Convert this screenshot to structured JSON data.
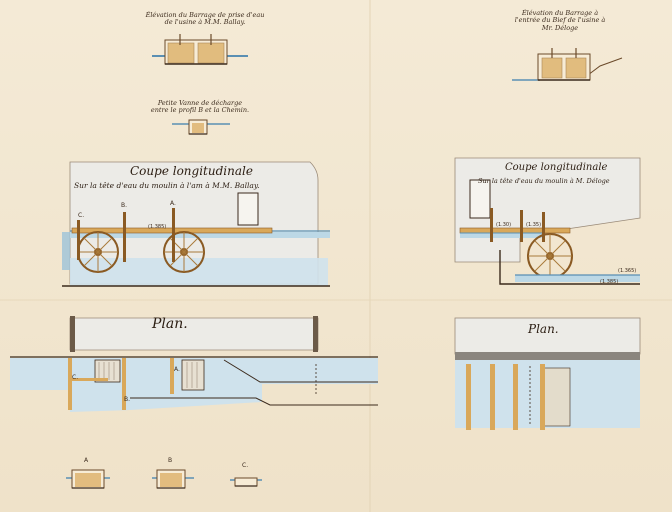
{
  "captions": {
    "top_left_l1": "Élévation du Barrage de prise d'eau",
    "top_left_l2": "de l'usine à M.M. Ballay.",
    "top_right_l1": "Élévation du Barrage à",
    "top_right_l2": "l'entrée du Bief de l'usine à",
    "top_right_l3": "Mr. Déloge",
    "small_l1": "Petite Vanne de décharge",
    "small_l2": "entre le profil B et la Chemin.",
    "coupe_left_title": "Coupe longitudinale",
    "coupe_left_sub": "Sur la tête d'eau du moulin à l'am à M.M. Ballay.",
    "coupe_right_title": "Coupe longitudinale",
    "coupe_right_sub": "Sur la tête d'eau du moulin à M. Déloge",
    "plan_left": "Plan.",
    "plan_right": "Plan."
  },
  "labels": {
    "a": "A.",
    "b": "B.",
    "c": "C.",
    "a_bottom": "A",
    "b_bottom": "B",
    "c_bottom": "C.",
    "a_plan": "A.",
    "b_plan": "B.",
    "c_plan": "C."
  },
  "dims": {
    "left_level": "(1.385)",
    "right_level_1": "(1.30)",
    "right_level_2": "(1.35)",
    "right_level_3": "(1.365)",
    "right_level_4": "(1.385)"
  },
  "colors": {
    "paper": "#f2e6cf",
    "water": "#bcd8e6",
    "water_line": "#5a8fb3",
    "wood": "#d9a85a",
    "wood_dark": "#8a5a23",
    "masonry": "#e8e4dc",
    "ink": "#3b2a1c"
  }
}
